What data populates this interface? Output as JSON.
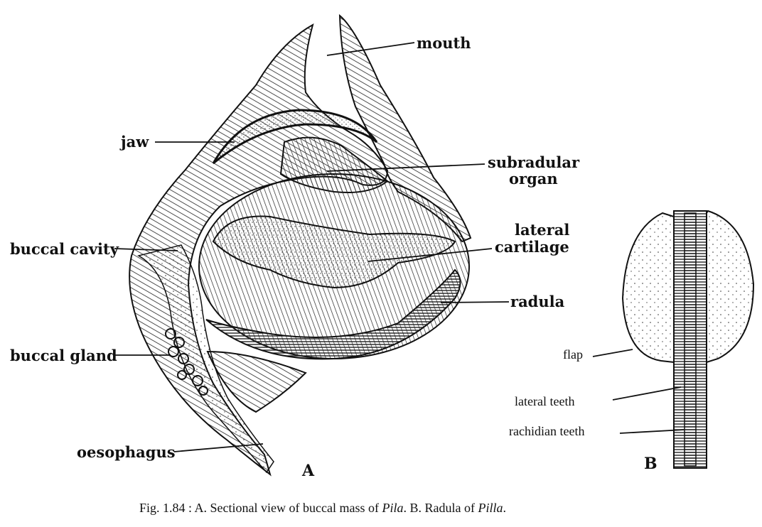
{
  "panel_a": {
    "letter": "A",
    "labels": {
      "mouth": "mouth",
      "jaw": "jaw",
      "subradular_1": "subradular",
      "subradular_2": "organ",
      "lateral_1": "lateral",
      "lateral_2": "cartilage",
      "buccal_cavity": "buccal cavity",
      "radula": "radula",
      "buccal_gland": "buccal gland",
      "oesophagus": "oesophagus"
    }
  },
  "panel_b": {
    "letter": "B",
    "labels": {
      "flap": "flap",
      "lateral_teeth": "lateral teeth",
      "rachidian_teeth": "rachidian teeth"
    }
  },
  "caption": {
    "part1": "Fig. 1.84 : A. Sectional view of buccal mass of ",
    "italic1": "Pila",
    "part2": ". B. Radula of ",
    "italic2": "Pilla",
    "part3": "."
  }
}
